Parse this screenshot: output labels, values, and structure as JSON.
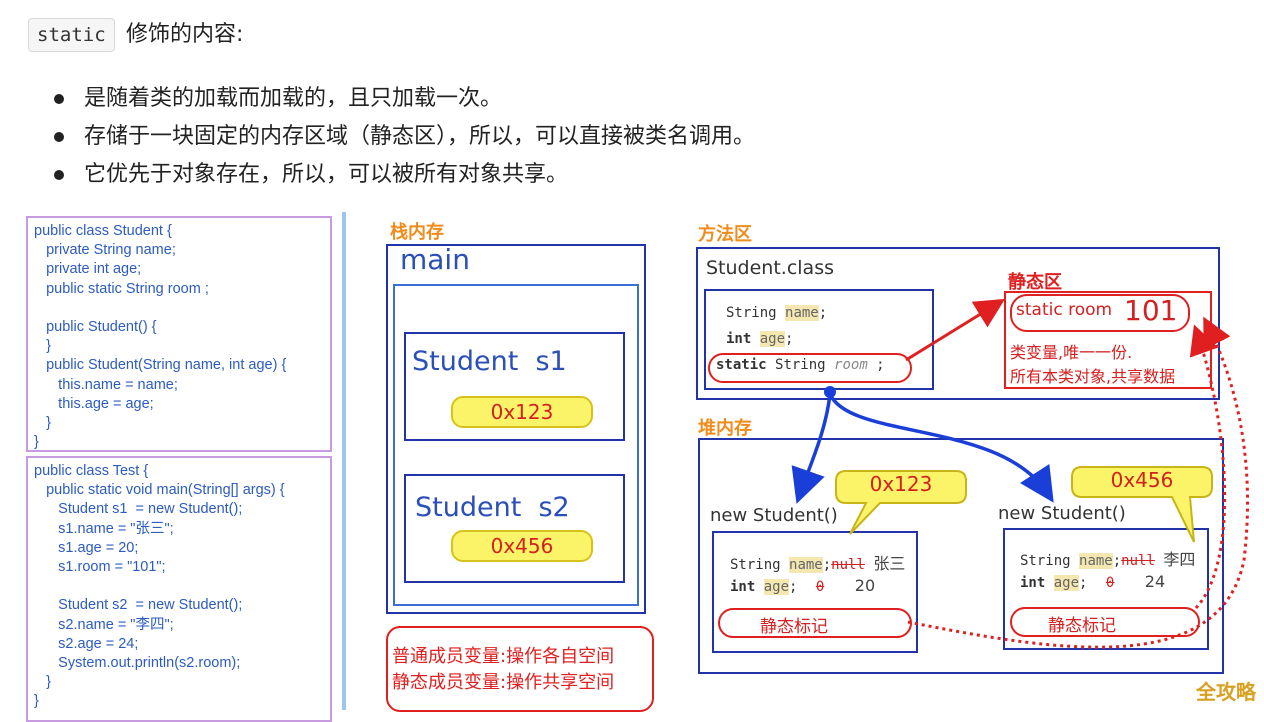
{
  "intro": {
    "code_label": "static",
    "heading": "修饰的内容:",
    "bullets": [
      "是随着类的加载而加载的，且只加载一次。",
      "存储于一块固定的内存区域（静态区），所以，可以直接被类名调用。",
      "它优先于对象存在，所以，可以被所有对象共享。"
    ]
  },
  "code": {
    "student_class": "public class Student {\n   private String name;\n   private int age;\n   public static String room ;\n\n   public Student() {\n   }\n   public Student(String name, int age) {\n      this.name = name;\n      this.age = age;\n   }\n}",
    "test_class": "public class Test {\n   public static void main(String[] args) {\n      Student s1  = new Student();\n      s1.name = \"张三\";\n      s1.age = 20;\n      s1.room = \"101\";\n\n      Student s2  = new Student();\n      s2.name = \"李四\";\n      s2.age = 24;\n      System.out.println(s2.room);\n   }\n}"
  },
  "stack": {
    "title": "栈内存",
    "frame_label": "main",
    "s1_label": "Student  s1",
    "s1_addr": "0x123",
    "s2_label": "Student  s2",
    "s2_addr": "0x456"
  },
  "notes": {
    "line1": "普通成员变量:操作各自空间",
    "line2": "静态成员变量:操作共享空间"
  },
  "method_area": {
    "title": "方法区",
    "class_label": "Student.class",
    "field_name_type": "String",
    "field_name": "name",
    "field_age_type": "int",
    "field_age": "age",
    "field_static_kw": "static",
    "field_static_type": "String",
    "field_static_name": "room",
    "static_area_title": "静态区",
    "static_room_label": "static room",
    "static_room_value": "101",
    "static_desc1": "类变量,唯一一份.",
    "static_desc2": "所有本类对象,共享数据"
  },
  "heap": {
    "title": "堆内存",
    "obj1": {
      "label": "new Student()",
      "addr": "0x123",
      "name_type": "String",
      "name_field": "name",
      "old_name": "null",
      "name_value": "张三",
      "age_type": "int",
      "age_field": "age",
      "old_age": "0",
      "age_value": "20",
      "static_mark": "静态标记"
    },
    "obj2": {
      "label": "new Student()",
      "addr": "0x456",
      "name_type": "String",
      "name_field": "name",
      "old_name": "null",
      "name_value": "李四",
      "age_type": "int",
      "age_field": "age",
      "old_age": "0",
      "age_value": "24",
      "static_mark": "静态标记"
    }
  },
  "watermark": "全攻略",
  "colors": {
    "blue_box": "#2233aa",
    "orange_label": "#f08c1c",
    "red": "#e02020",
    "yellow_callout": "#fcf468",
    "code_blue": "#2c5bc4",
    "code_border": "#c89be0"
  }
}
